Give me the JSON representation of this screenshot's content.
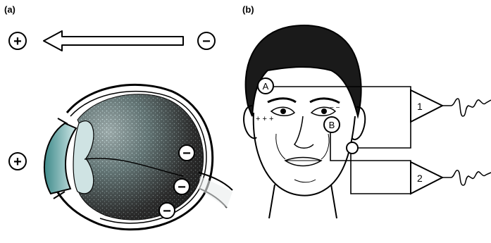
{
  "panels": {
    "a": {
      "label": "(a)",
      "polarity_positive": "+",
      "polarity_negative": "−",
      "eye_front_sign": "+",
      "retina_signs": [
        "−",
        "−",
        "−"
      ]
    },
    "b": {
      "label": "(b)",
      "electrode_a": "A",
      "electrode_b": "B",
      "amplifier_1": "1",
      "amplifier_2": "2",
      "cheek_signs": "+ + +",
      "eye_minus_marks": "− −"
    }
  }
}
